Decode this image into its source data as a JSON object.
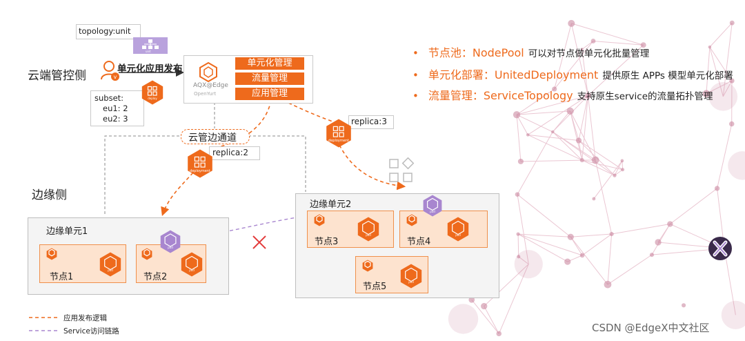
{
  "labels": {
    "topology_tag": "topology:unit",
    "cloud_side": "云端管控侧",
    "unit_publish": "单元化应用发布",
    "subset_title": "subset:",
    "subset_eu1": "eu1: 2",
    "subset_eu2": "eu2: 3",
    "edge_side": "边缘侧",
    "cloud_edge_channel": "云管边通道",
    "replica2": "replica:2",
    "replica3": "replica:3",
    "brand": "AQX@Edge",
    "brand_sub": "OpenYurt",
    "deploy": "deploy",
    "deployment": "deployment",
    "pod": "pod",
    "unit": "unit"
  },
  "management": [
    "单元化管理",
    "流量管理",
    "应用管理"
  ],
  "units": {
    "unit1": {
      "title": "边缘单元1",
      "nodes": [
        "节点1",
        "节点2"
      ]
    },
    "unit2": {
      "title": "边缘单元2",
      "nodes": [
        "节点3",
        "节点4",
        "节点5"
      ]
    }
  },
  "bullets": [
    {
      "head": "节点池：NodePool",
      "desc": "可以对节点做单元化批量管理"
    },
    {
      "head": "单元化部署：UnitedDeployment",
      "desc": "提供原生 APPs 模型单元化部署"
    },
    {
      "head": "流量管理：ServiceTopology",
      "desc": "支持原生service的流量拓扑管理"
    }
  ],
  "legend": {
    "publish_logic": "应用发布逻辑",
    "service_link": "Service访问链路"
  },
  "watermark": "CSDN @EdgeX中文社区",
  "colors": {
    "accent": "#ee6a1c",
    "purple": "#a886cf",
    "node_fill": "#fde3cf",
    "network": "#c77f99"
  }
}
